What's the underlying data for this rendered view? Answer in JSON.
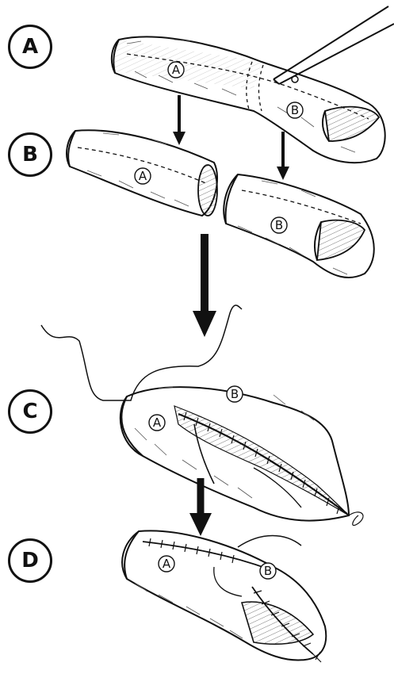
{
  "steps": [
    {
      "label": "A"
    },
    {
      "label": "B"
    },
    {
      "label": "C"
    },
    {
      "label": "D"
    }
  ],
  "segments": {
    "proximal": "A",
    "distal": "B"
  },
  "colors": {
    "ink": "#111111",
    "shade": "#555555",
    "background": "#ffffff"
  }
}
